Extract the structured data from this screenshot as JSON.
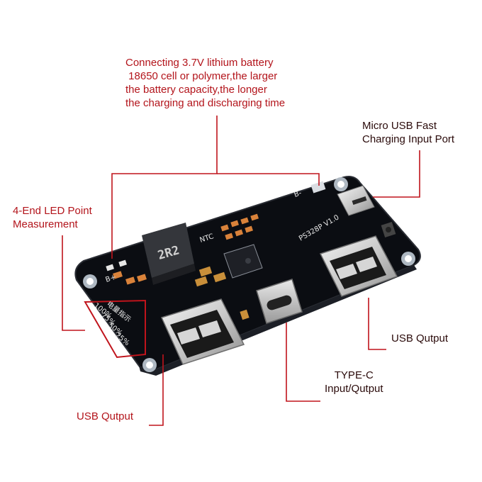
{
  "annotations": {
    "battery": "Connecting 3.7V lithium battery\n 18650 cell or polymer,the larger\nthe battery capacity,the longer\nthe charging and discharging time",
    "micro_usb": "Micro USB Fast\nCharging Input Port",
    "led": "4-End LED Point\nMeasurement",
    "usb_right": "USB Qutput",
    "type_c": "TYPE-C\nInput/Qutput",
    "usb_left": "USB Qutput"
  },
  "board": {
    "inductor_marking": "2R2",
    "model_marking": "PS328P V1.0",
    "ntc_marking": "NTC",
    "battery_minus": "B-",
    "battery_plus": "B+",
    "led_indicator": "电量指示",
    "led_levels": [
      "100%",
      "75%",
      "50%",
      "25%"
    ]
  },
  "colors": {
    "annotation": "#b3141b",
    "leader_line": "#c0141c",
    "pcb": "#0b0d12"
  }
}
